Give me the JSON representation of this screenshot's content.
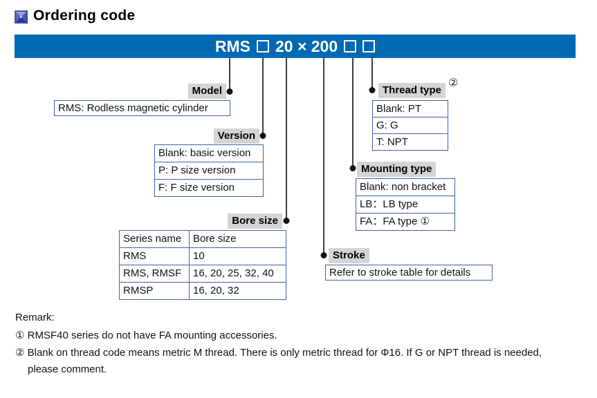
{
  "page": {
    "title": "Ordering code"
  },
  "colors": {
    "banner_blue": "#0069b4",
    "box_border_blue": "#3a62a8",
    "label_gray": "#d4d4d4",
    "leader_line": "#3c3c3c"
  },
  "banner": {
    "prefix": "RMS",
    "middle": "20 × 200",
    "square_symbol": "□"
  },
  "model": {
    "label": "Model",
    "description": "RMS: Rodless magnetic cylinder"
  },
  "version": {
    "label": "Version",
    "rows": [
      "Blank: basic version",
      "P: P size version",
      "F: F size version"
    ]
  },
  "bore": {
    "label": "Bore size",
    "headers": [
      "Series name",
      "Bore size"
    ],
    "rows": [
      {
        "series": "RMS",
        "bore": "10"
      },
      {
        "series": "RMS, RMSF",
        "bore": "16, 20, 25, 32, 40"
      },
      {
        "series": "RMSP",
        "bore": "16, 20, 32"
      }
    ]
  },
  "stroke": {
    "label": "Stroke",
    "description": "Refer to stroke table for details"
  },
  "mounting": {
    "label": "Mounting type",
    "rows": [
      "Blank: non bracket",
      "LB：LB type",
      "FA：FA type ①"
    ]
  },
  "thread": {
    "label": "Thread type",
    "note_ref": "②",
    "rows": [
      "Blank: PT",
      "G: G",
      "T: NPT"
    ]
  },
  "remark": {
    "heading": "Remark:",
    "lines": [
      "① RMSF40 series do not have FA mounting accessories.",
      "② Blank on thread code means metric M thread. There is only metric thread for Φ16. If G or NPT thread is needed,",
      "please comment."
    ]
  }
}
